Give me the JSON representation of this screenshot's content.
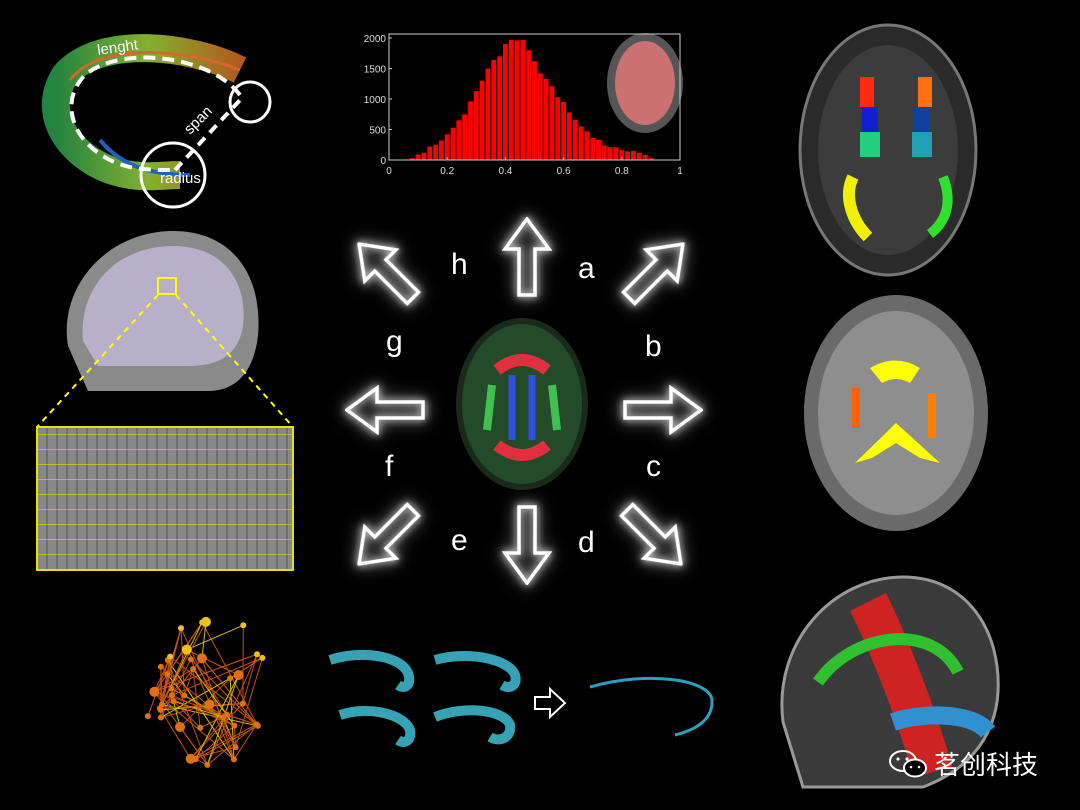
{
  "panel_labels": {
    "h": "h",
    "a": "a",
    "b": "b",
    "c": "c",
    "d": "d",
    "e": "e",
    "f": "f",
    "g": "g"
  },
  "tract_annotations": {
    "length": "lenght",
    "span": "span",
    "radius": "radius"
  },
  "watermark": {
    "text": "茗创科技",
    "icon": "wechat-icon"
  },
  "colors": {
    "histogram_bar": "#ff0000",
    "highlight_box": "#ffff00",
    "arrow": "#ffffff"
  },
  "chart_data": {
    "type": "bar",
    "title": "",
    "xlabel": "",
    "ylabel": "",
    "xlim": [
      0,
      1
    ],
    "ylim": [
      0,
      2000
    ],
    "xticks": [
      "0",
      "0.2",
      "0.4",
      "0.6",
      "0.8",
      "1"
    ],
    "yticks": [
      "0",
      "500",
      "1000",
      "1500",
      "2000"
    ],
    "bin_width": 0.02,
    "x": [
      0.06,
      0.08,
      0.1,
      0.12,
      0.14,
      0.16,
      0.18,
      0.2,
      0.22,
      0.24,
      0.26,
      0.28,
      0.3,
      0.32,
      0.34,
      0.36,
      0.38,
      0.4,
      0.42,
      0.44,
      0.46,
      0.48,
      0.5,
      0.52,
      0.54,
      0.56,
      0.58,
      0.6,
      0.62,
      0.64,
      0.66,
      0.68,
      0.7,
      0.72,
      0.74,
      0.76,
      0.78,
      0.8,
      0.82,
      0.84,
      0.86,
      0.88,
      0.9
    ],
    "values": [
      10,
      30,
      90,
      120,
      220,
      250,
      320,
      420,
      530,
      650,
      750,
      960,
      1130,
      1300,
      1500,
      1640,
      1700,
      1900,
      1970,
      1960,
      1970,
      1800,
      1620,
      1420,
      1330,
      1210,
      1030,
      950,
      780,
      660,
      550,
      470,
      360,
      330,
      240,
      210,
      210,
      160,
      140,
      150,
      120,
      80,
      30
    ],
    "grid": false,
    "legend": "none"
  }
}
